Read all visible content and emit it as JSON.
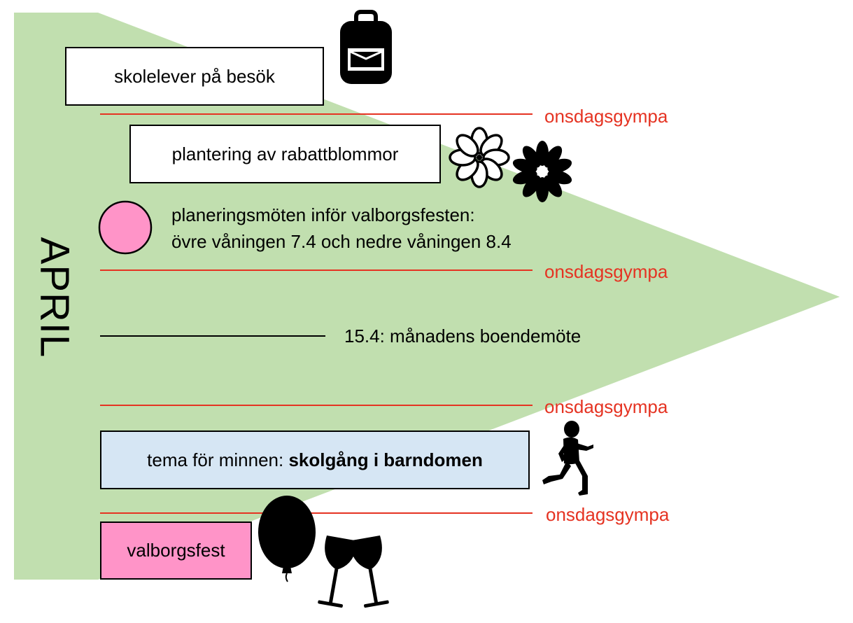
{
  "month_label": "APRIL",
  "colors": {
    "background_shape": "#c1dfaf",
    "accent_line": "#e53322",
    "meeting_dot": "#ff94c8",
    "memory_box": "#d6e6f4",
    "party_box": "#ff94c8"
  },
  "events": {
    "school_visit": "skolelever på besök",
    "planting": "plantering av rabattblommor",
    "planning_line1": "planeringsmöten inför valborgsfesten:",
    "planning_line2": "övre våningen 7.4 och nedre våningen 8.4",
    "meeting": "15.4: månadens boendemöte",
    "memory_prefix": "tema för minnen: ",
    "memory_bold": "skolgång i barndomen",
    "party": "valborgsfest"
  },
  "gym": [
    {
      "label": "onsdagsgympa"
    },
    {
      "label": "onsdagsgympa"
    },
    {
      "label": "onsdagsgympa"
    },
    {
      "label": "onsdagsgympa"
    }
  ],
  "icons": [
    "backpack-icon",
    "flower-outline-icon",
    "flower-filled-icon",
    "running-child-icon",
    "balloon-icon",
    "toast-glasses-icon"
  ]
}
